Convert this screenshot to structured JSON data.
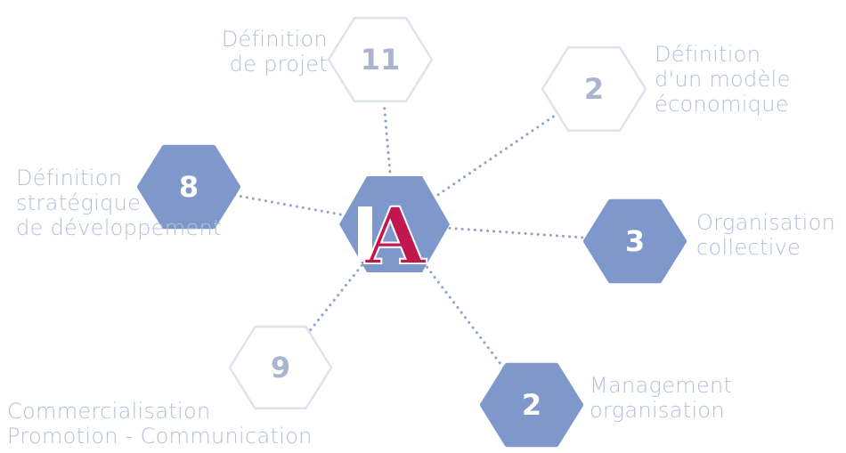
{
  "colors": {
    "filled_hex": "#7f98cb",
    "outline_hex": "#dde3ee",
    "label_text": "#b4bfd6",
    "filled_number": "#ffffff",
    "outline_number": "#a9b4cf",
    "dots": "#8fa3cc",
    "logo_red": "#c0174e"
  },
  "center": {
    "logo": "A",
    "logo_suffix": "...",
    "logo_icon": "agency-logo-icon"
  },
  "nodes": [
    {
      "id": "definition-projet",
      "value": "11",
      "style": "outline",
      "label_lines": [
        "Définition",
        "de projet"
      ]
    },
    {
      "id": "modele-economique",
      "value": "2",
      "style": "outline",
      "label_lines": [
        "Définition",
        "d'un modèle",
        "économique"
      ]
    },
    {
      "id": "organisation-collective",
      "value": "3",
      "style": "filled",
      "label_lines": [
        "Organisation",
        "collective"
      ]
    },
    {
      "id": "management-organisation",
      "value": "2",
      "style": "filled",
      "label_lines": [
        "Management",
        "organisation"
      ]
    },
    {
      "id": "commercialisation",
      "value": "9",
      "style": "outline",
      "label_lines": [
        "Commercialisation",
        "Promotion - Communication"
      ]
    },
    {
      "id": "definition-strategique",
      "value": "8",
      "style": "filled",
      "label_lines": [
        "Définition",
        "stratégique",
        "de développement"
      ]
    }
  ]
}
